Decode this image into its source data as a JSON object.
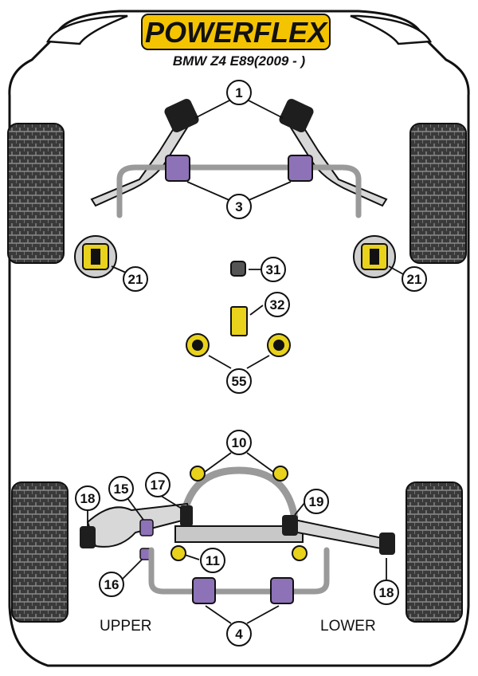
{
  "header": {
    "brand": "POWERFLEX",
    "model": "BMW Z4 E89(2009 - )"
  },
  "callouts": [
    "1",
    "3",
    "21",
    "21",
    "31",
    "32",
    "55",
    "10",
    "18",
    "15",
    "17",
    "19",
    "11",
    "16",
    "18",
    "4"
  ],
  "sections": {
    "upper": "UPPER",
    "lower": "LOWER"
  },
  "colors": {
    "outline": "#111111",
    "tyre": "#2e2e2e",
    "bush_purple": "#8e72b8",
    "bush_yellow": "#e8d21c",
    "metal": "#9a9a9a",
    "logo_bg": "#f5c400"
  }
}
